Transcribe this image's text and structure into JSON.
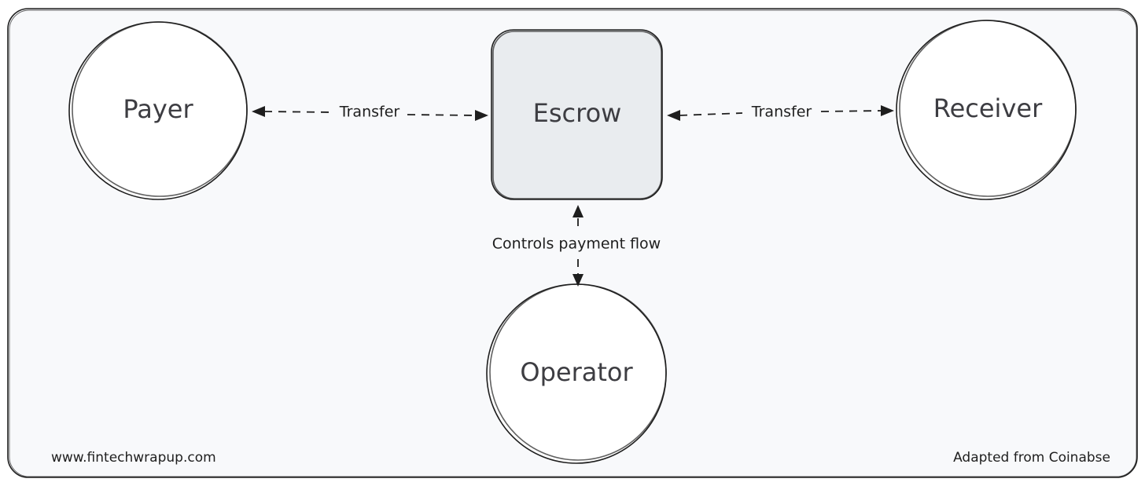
{
  "nodes": {
    "payer": "Payer",
    "escrow": "Escrow",
    "receiver": "Receiver",
    "operator": "Operator"
  },
  "edges": {
    "payer_escrow": "Transfer",
    "escrow_receiver": "Transfer",
    "operator_escrow": "Controls payment flow"
  },
  "footer": {
    "website": "www.fintechwrapup.com",
    "credit": "Adapted from Coinabse"
  },
  "colors": {
    "frame_fill": "#f8f9fb",
    "escrow_fill": "#e9ecef",
    "node_fill": "#ffffff",
    "stroke": "#1e1e1e"
  }
}
